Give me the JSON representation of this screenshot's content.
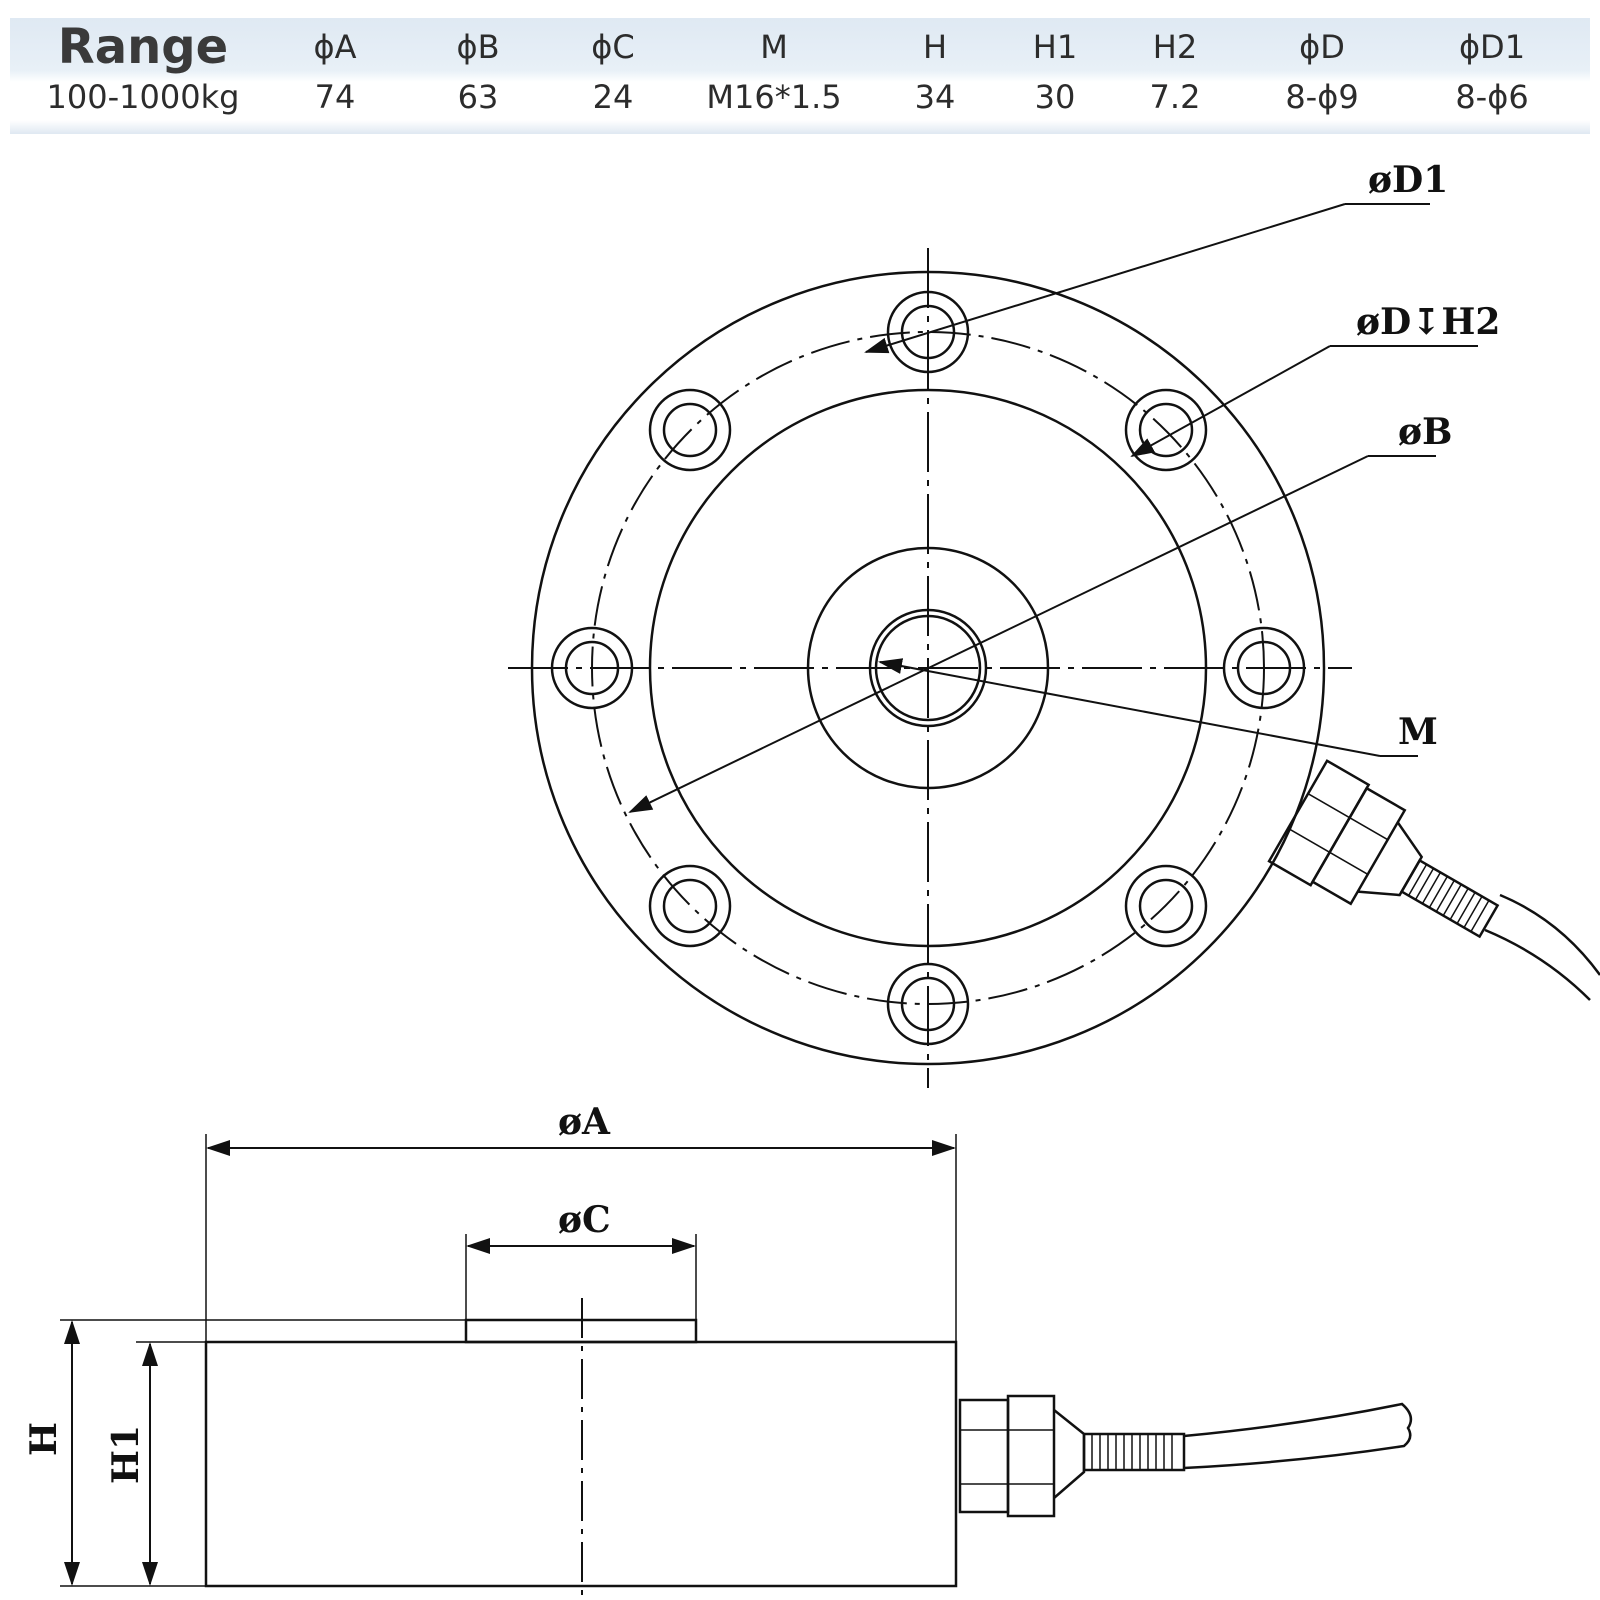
{
  "table": {
    "headers": [
      "Range",
      "ϕA",
      "ϕB",
      "ϕC",
      "M",
      "H",
      "H1",
      "H2",
      "ϕD",
      "ϕD1"
    ],
    "values": [
      "100-1000kg",
      "74",
      "63",
      "24",
      "M16*1.5",
      "34",
      "30",
      "7.2",
      "8-ϕ9",
      "8-ϕ6"
    ]
  },
  "drawing": {
    "labels": {
      "d1": "øD1",
      "dh2": "øD↧H2",
      "b": "øB",
      "m": "M",
      "a": "øA",
      "c": "øC",
      "h": "H",
      "h1": "H1"
    }
  }
}
